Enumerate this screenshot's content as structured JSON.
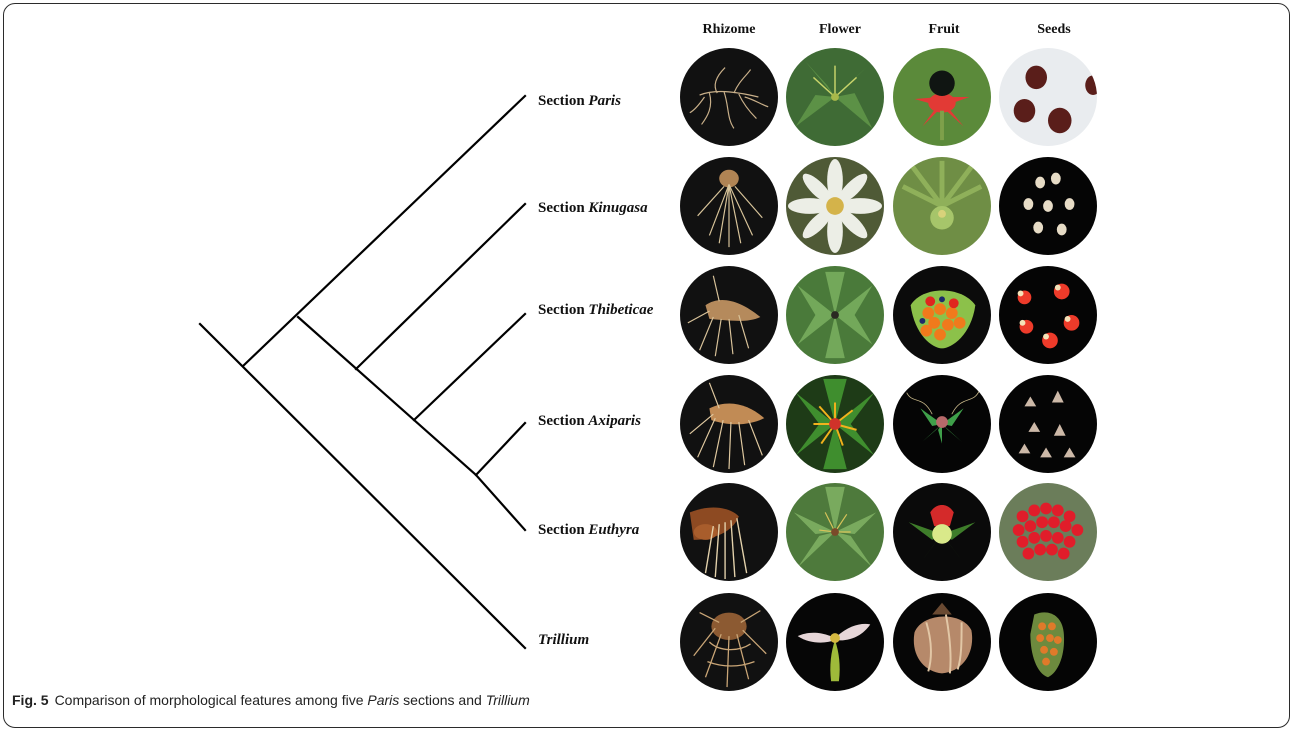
{
  "columns": [
    "Rhizome",
    "Flower",
    "Fruit",
    "Seeds"
  ],
  "sections": [
    {
      "prefix": "Section ",
      "name": "Paris",
      "photos": {
        "rhizome": "rhizome-photo",
        "flower": "flower-photo",
        "fruit": "fruit-photo",
        "seeds": "seeds-photo"
      }
    },
    {
      "prefix": "Section ",
      "name": "Kinugasa",
      "photos": {
        "rhizome": "rhizome-photo",
        "flower": "flower-photo",
        "fruit": "fruit-photo",
        "seeds": "seeds-photo"
      }
    },
    {
      "prefix": "Section ",
      "name": "Thibeticae",
      "photos": {
        "rhizome": "rhizome-photo",
        "flower": "flower-photo",
        "fruit": "fruit-photo",
        "seeds": "seeds-photo"
      }
    },
    {
      "prefix": "Section ",
      "name": "Axiparis",
      "photos": {
        "rhizome": "rhizome-photo",
        "flower": "flower-photo",
        "fruit": "fruit-photo",
        "seeds": "seeds-photo"
      }
    },
    {
      "prefix": "Section ",
      "name": "Euthyra",
      "photos": {
        "rhizome": "rhizome-photo",
        "flower": "flower-photo",
        "fruit": "fruit-photo",
        "seeds": "seeds-photo"
      }
    },
    {
      "prefix": "",
      "name": "Trillium",
      "photos": {
        "rhizome": "rhizome-photo",
        "flower": "flower-photo",
        "fruit": "fruit-photo",
        "seeds": "seeds-photo"
      }
    }
  ],
  "caption": {
    "fig": "Fig. 5",
    "text_1": "Comparison of morphological features among five ",
    "italic_1": "Paris",
    "text_2": " sections and ",
    "italic_2": "Trillium"
  },
  "colors": {
    "line": "#000000",
    "frame": "#2b2b2b"
  }
}
